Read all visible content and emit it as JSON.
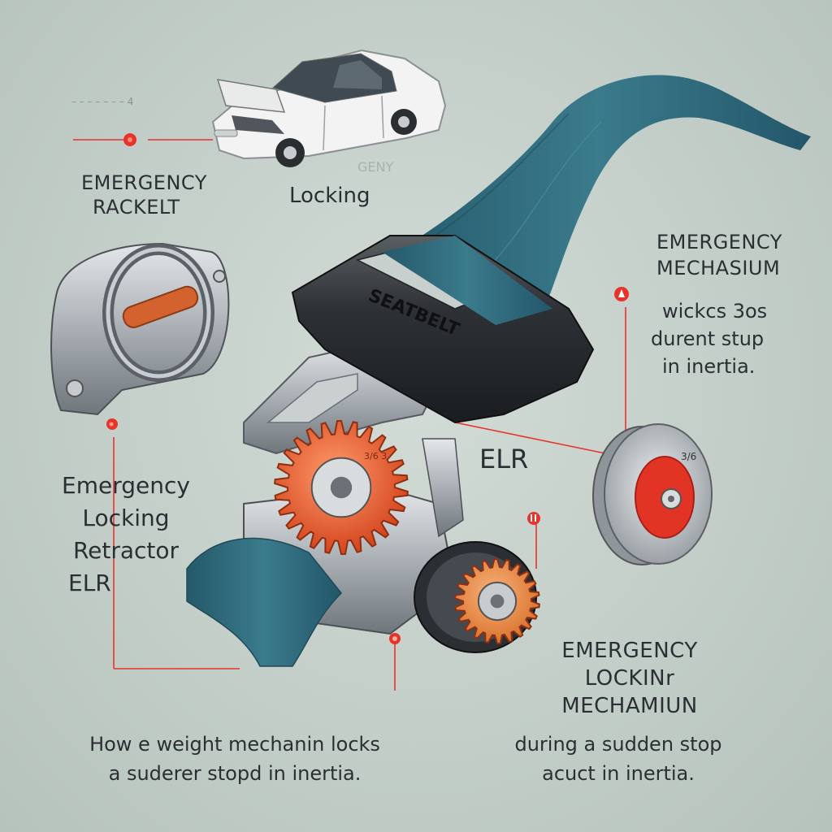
{
  "labels": {
    "top_left_scribble": "– – – – – – – 4",
    "emergency_rackelt": [
      "EMERGENCY",
      "RACKELT"
    ],
    "locking": "Locking",
    "faint_behind_locking": "GENY",
    "right_top": [
      "EMERGENCY",
      "MECHASIUM"
    ],
    "right_top_desc": [
      "wickcs 3os",
      "durent stup",
      "in inertia."
    ],
    "elr": "ELR",
    "left_mid": [
      "Emergency",
      "Locking",
      "Retractor",
      "ELR"
    ],
    "bottom_right": [
      "EMERGENCY",
      "LOCKINr",
      "MECHAMIUN"
    ],
    "bottom_left_desc": [
      "How e weight mechanin locks",
      "a suderer stopd in inertia."
    ],
    "bottom_right_desc": [
      "during a sudden stop",
      "acuct in inertia."
    ],
    "buckle_text": "SEATBELT",
    "gear_text": "3/6 3",
    "drum_text": "3/6"
  },
  "colors": {
    "background": "#c7d1cb",
    "strap": "#2f6a7a",
    "pointer_red": "#e8332b",
    "gear_orange": "#f26b3a",
    "metal": "#b9bec2"
  },
  "icons": [
    "car-illustration",
    "seatbelt-buckle",
    "strap",
    "bracket-mechanism",
    "gear",
    "drum",
    "red-dot-marker"
  ]
}
